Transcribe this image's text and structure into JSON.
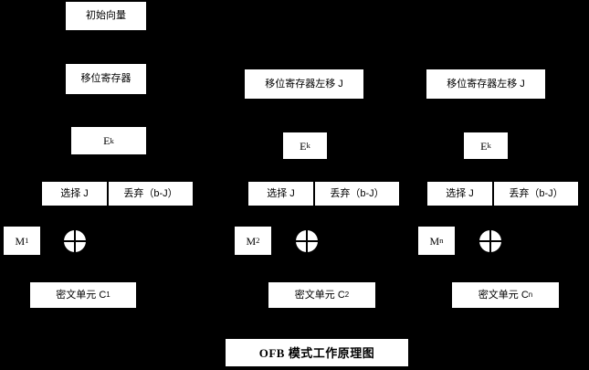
{
  "diagram": {
    "title": "OFB 模式工作原理图",
    "background_color": "#000000",
    "box_color": "#ffffff",
    "text_color": "#000000",
    "initial_vector": "初始向量",
    "columns": [
      {
        "index": 1,
        "shift_register": "移位寄存器",
        "encrypt_label": "E",
        "encrypt_subscript": "k",
        "select_label": "选择 J",
        "discard_label": "丢弃（b-J）",
        "plaintext_label": "M",
        "plaintext_subscript": "1",
        "xor_symbol": "xor-circle",
        "ciphertext_label": "密文单元 C",
        "ciphertext_subscript": "1"
      },
      {
        "index": 2,
        "shift_register": "移位寄存器左移 J",
        "encrypt_label": "E",
        "encrypt_subscript": "k",
        "select_label": "选择 J",
        "discard_label": "丢弃（b-J）",
        "plaintext_label": "M",
        "plaintext_subscript": "2",
        "xor_symbol": "xor-circle",
        "ciphertext_label": "密文单元 C",
        "ciphertext_subscript": "2"
      },
      {
        "index": 3,
        "shift_register": "移位寄存器左移 J",
        "encrypt_label": "E",
        "encrypt_subscript": "k",
        "select_label": "选择 J",
        "discard_label": "丢弃（b-J）",
        "plaintext_label": "M",
        "plaintext_subscript": "n",
        "xor_symbol": "xor-circle",
        "ciphertext_label": "密文单元 C",
        "ciphertext_subscript": "n"
      }
    ]
  }
}
